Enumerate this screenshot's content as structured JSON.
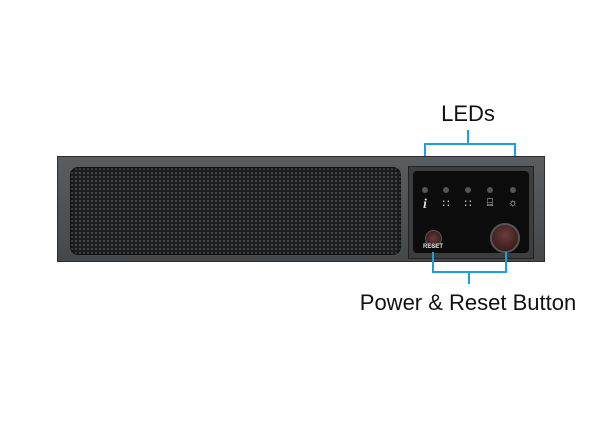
{
  "labels": {
    "leds": "LEDs",
    "buttons": "Power & Reset Button"
  },
  "panel": {
    "reset_label": "RESET"
  },
  "icons": [
    "info-icon",
    "network1-icon",
    "network2-icon",
    "hdd-icon",
    "power-led-icon"
  ],
  "colors": {
    "callout": "#1aa0e0",
    "chassis": "#4f5254"
  }
}
